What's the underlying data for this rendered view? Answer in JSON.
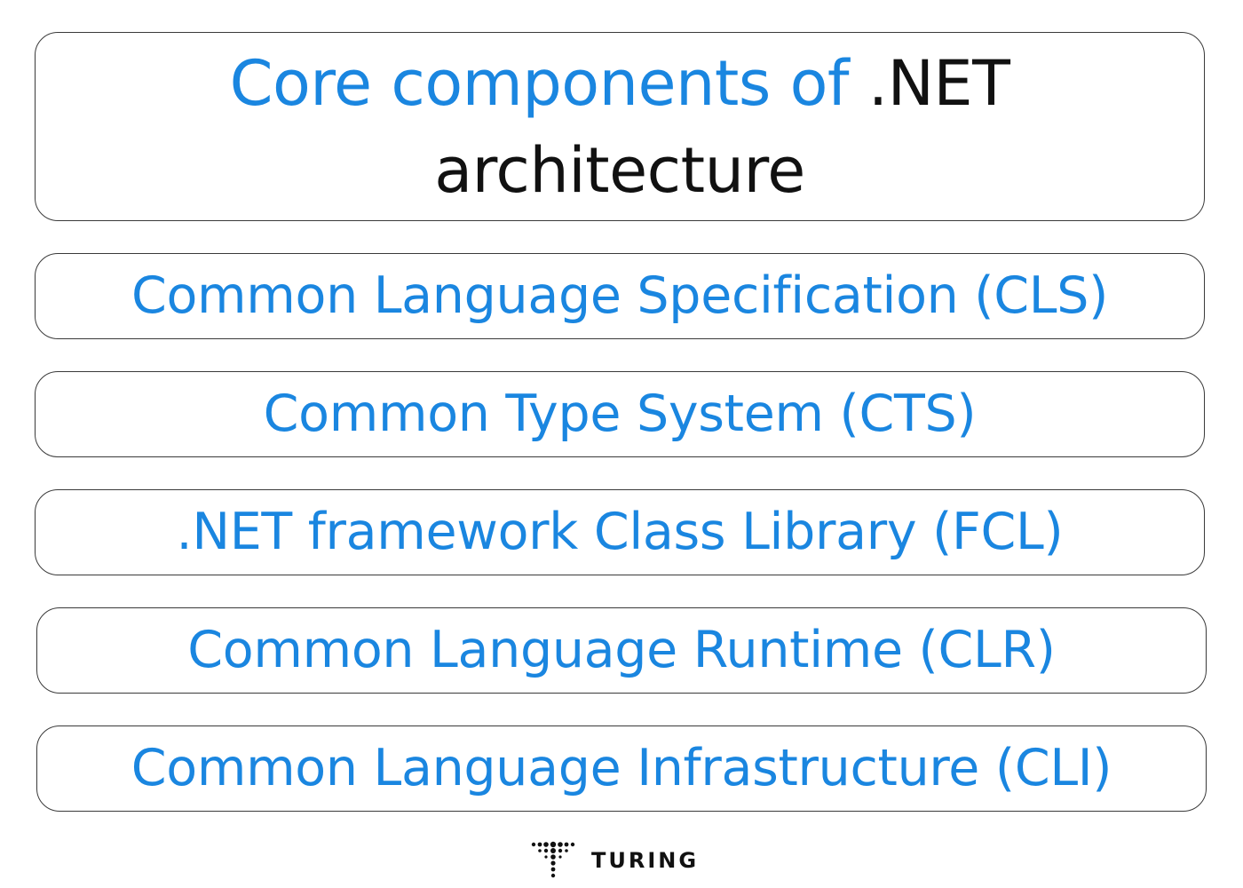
{
  "title": {
    "part1": "Core components of",
    "part2": ".NET",
    "part3": "architecture"
  },
  "components": [
    {
      "label": "Common Language Specification (CLS)"
    },
    {
      "label": "Common Type System (CTS)"
    },
    {
      "label": ".NET framework Class Library (FCL)"
    },
    {
      "label": "Common Language Runtime (CLR)"
    },
    {
      "label": "Common Language Infrastructure (CLI)"
    }
  ],
  "logo": {
    "icon": "turing-t-icon",
    "text": "TURING"
  },
  "colors": {
    "accent": "#1a86e0",
    "text": "#111111",
    "border": "#3a3a3a"
  }
}
